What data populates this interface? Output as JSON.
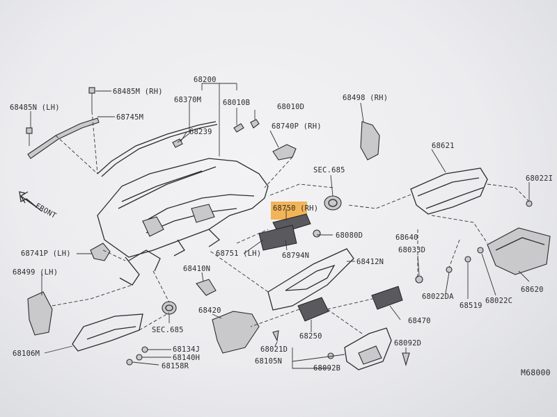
{
  "diagram": {
    "page_code": "M68000",
    "front_label": "FRONT",
    "highlight_color": "#f2a93b",
    "parts": {
      "p68200": "68200",
      "p68485M": "68485M (RH)",
      "p68485N": "68485N (LH)",
      "p68745M": "68745M",
      "p68370M": "68370M",
      "p68010B": "68010B",
      "p68010D": "68010D",
      "p68498": "68498 (RH)",
      "p68239": "68239",
      "p68740P": "68740P (RH)",
      "sec685a": "SEC.685",
      "p68621": "68621",
      "p68022I": "68022I",
      "p68750": "68750 (RH)",
      "p68080D": "68080D",
      "p68640": "68640",
      "p68741P": "68741P (LH)",
      "p68751": "68751 (LH)",
      "p68794N": "68794N",
      "p68412N": "68412N",
      "p68033D": "68033D",
      "p68499": "68499 (LH)",
      "p68410N": "68410N",
      "p68022DA": "68022DA",
      "p68519": "68519",
      "p68022C": "68022C",
      "p68620": "68620",
      "sec685b": "SEC.685",
      "p68420": "68420",
      "p68470": "68470",
      "p68250": "68250",
      "p68106M": "68106M",
      "p68134J": "68134J",
      "p68140H": "68140H",
      "p68158R": "68158R",
      "p68021D": "68021D",
      "p68105N": "68105N",
      "p68092B": "68092B",
      "p68092D": "68092D"
    }
  }
}
